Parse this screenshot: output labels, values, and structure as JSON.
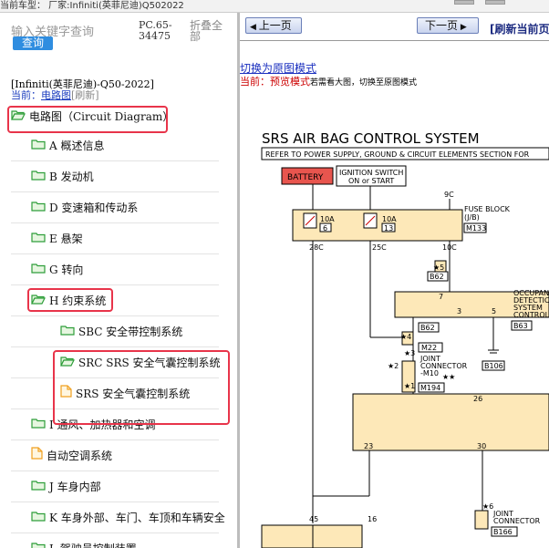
{
  "topbar": {
    "breadcrumb": "当前车型：  厂家:Infiniti(英菲尼迪)Q502022"
  },
  "search": {
    "placeholder": "输入关键字查询",
    "button": "查询"
  },
  "pc_code": "PC.65-34475",
  "collapse_label": "折叠全部",
  "model_line": "[Infiniti(英菲尼迪)-Q50-2022]",
  "current": {
    "prefix": "当前：",
    "location": "电路图",
    "refresh": "[刷新]"
  },
  "tree": [
    {
      "label": "电路图（Circuit Diagram）",
      "icon": "folder-open-icon"
    },
    {
      "label": "A 概述信息",
      "icon": "folder-icon"
    },
    {
      "label": "B 发动机",
      "icon": "folder-icon"
    },
    {
      "label": "D 变速箱和传动系",
      "icon": "folder-icon"
    },
    {
      "label": "E 悬架",
      "icon": "folder-icon"
    },
    {
      "label": "G 转向",
      "icon": "folder-icon"
    },
    {
      "label": "H 约束系统",
      "icon": "folder-open-icon"
    },
    {
      "label": "SBC 安全带控制系统",
      "icon": "folder-icon"
    },
    {
      "label": "SRC SRS 安全气囊控制系统",
      "icon": "folder-open-icon"
    },
    {
      "label": "SRS 安全气囊控制系统",
      "icon": "document-icon"
    },
    {
      "label": "I 通风、加热器和空调",
      "icon": "folder-icon"
    },
    {
      "label": "自动空调系统",
      "icon": "document-icon"
    },
    {
      "label": "J 车身内部",
      "icon": "folder-icon"
    },
    {
      "label": "K 车身外部、车门、车顶和车辆安全",
      "icon": "folder-icon"
    },
    {
      "label": "L 驾驶员控制装置",
      "icon": "folder-icon"
    }
  ],
  "nav": {
    "prev": "上一页",
    "next": "下一页",
    "refresh_title": "[刷新当前页"
  },
  "view": {
    "switch_link": "切换为原图模式",
    "mode_label": "当前：预览模式",
    "mode_note": "若需看大图，切换至原图模式"
  },
  "diagram": {
    "title": "SRS AIR BAG CONTROL SYSTEM",
    "refer": "REFER TO POWER SUPPLY, GROUND & CIRCUIT ELEMENTS SECTION FOR",
    "battery": "BATTERY",
    "ignition_1": "IGNITION SWITCH",
    "ignition_2": "ON or START",
    "fuse1_amp": "10A",
    "fuse1_num": "6",
    "fuse2_amp": "10A",
    "fuse2_num": "13",
    "fuse_block_1": "FUSE BLOCK",
    "fuse_block_2": "(J/B)",
    "fuse_conn": "M133",
    "pin_9c": "9C",
    "pin_28c": "28C",
    "pin_25c": "25C",
    "pin_10c": "10C",
    "mark5": "★5",
    "b62a": "B62",
    "b62b": "B62",
    "pin7": "7",
    "occ_1": "OCCUPAN",
    "occ_2": "DETECTIO",
    "occ_3": "SYSTEM",
    "occ_4": "CONTROL",
    "b63": "B63",
    "pin3": "3",
    "pin5": "5",
    "mark4": "★4",
    "m22": "M22",
    "mark3": "★3",
    "mark2": "★2",
    "mark1": "★1",
    "joint_1": "JOINT",
    "joint_2": "CONNECTOR",
    "joint_3": "-M10",
    "stars": "★★",
    "m194": "M194",
    "b106": "B106",
    "pin26": "26",
    "pin23": "23",
    "pin30": "30",
    "pin45": "45",
    "pin16": "16",
    "mark6": "★6",
    "joint2_1": "JOINT",
    "joint2_2": "CONNECTOR",
    "b166": "B166"
  },
  "colors": {
    "highlight": "#e8344a",
    "folder": "#2f9e3a",
    "document": "#f0a020",
    "link": "#1a2fbf",
    "mode": "#cc0000",
    "battery": "#e8554e",
    "fuse_box": "#fde8b8"
  }
}
